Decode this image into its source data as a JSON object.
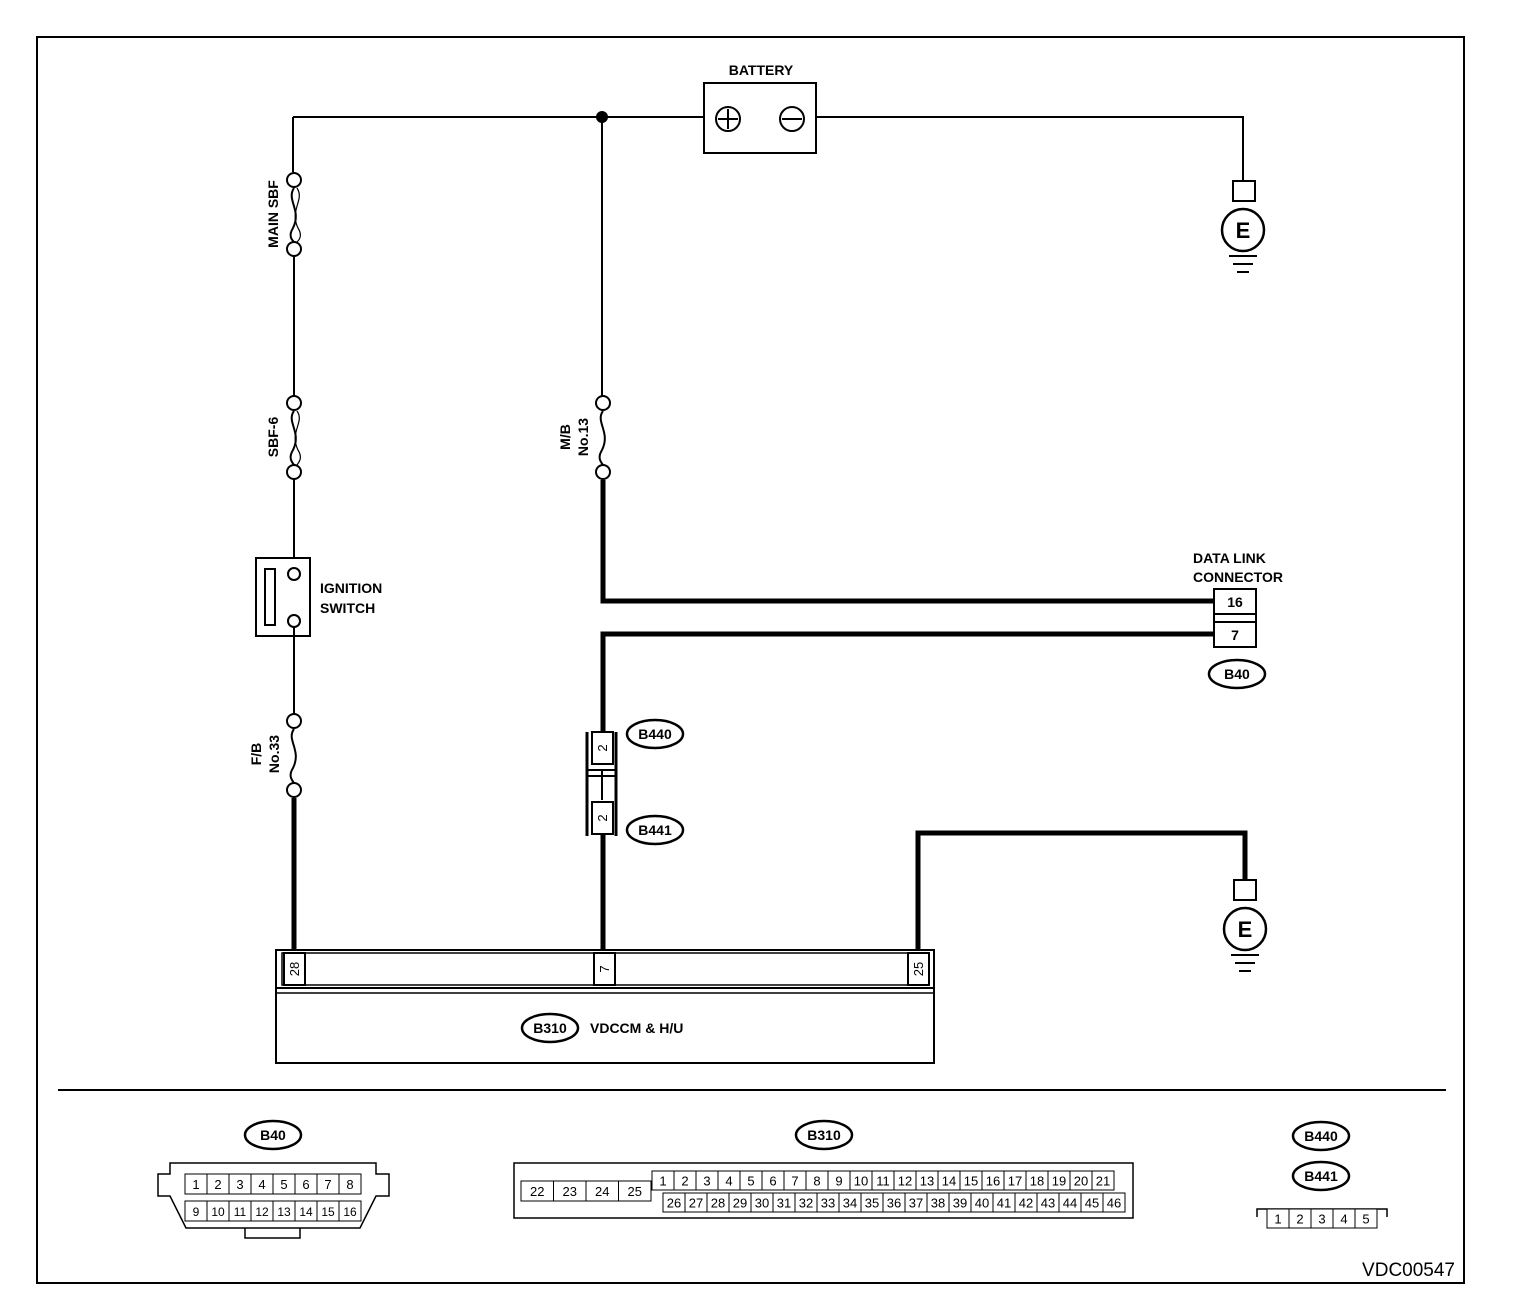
{
  "labels": {
    "battery": "BATTERY",
    "main_sbf": "MAIN SBF",
    "sbf6": "SBF-6",
    "ignition_line1": "IGNITION",
    "ignition_line2": "SWITCH",
    "mb_line1": "M/B",
    "mb_line2": "No.13",
    "fb_line1": "F/B",
    "fb_line2": "No.33",
    "dlc_line1": "DATA LINK",
    "dlc_line2": "CONNECTOR",
    "module": "VDCCM & H/U",
    "ground": "E",
    "battery_plus": "+",
    "battery_minus": "−"
  },
  "connectors": {
    "b40": "B40",
    "b310": "B310",
    "b440": "B440",
    "b441": "B441"
  },
  "pins": {
    "dlc_top": "16",
    "dlc_bottom": "7",
    "b440_pin": "2",
    "b441_pin": "2",
    "module_left": "28",
    "module_mid": "7",
    "module_right": "25"
  },
  "legend": {
    "b40_row1": [
      "1",
      "2",
      "3",
      "4",
      "5",
      "6",
      "7",
      "8"
    ],
    "b40_row2": [
      "9",
      "10",
      "11",
      "12",
      "13",
      "14",
      "15",
      "16"
    ],
    "b310_big": [
      "22",
      "23",
      "24",
      "25"
    ],
    "b310_row1": [
      "1",
      "2",
      "3",
      "4",
      "5",
      "6",
      "7",
      "8",
      "9",
      "10",
      "11",
      "12",
      "13",
      "14",
      "15",
      "16",
      "17",
      "18",
      "19",
      "20",
      "21"
    ],
    "b310_row2": [
      "26",
      "27",
      "28",
      "29",
      "30",
      "31",
      "32",
      "33",
      "34",
      "35",
      "36",
      "37",
      "38",
      "39",
      "40",
      "41",
      "42",
      "43",
      "44",
      "45",
      "46"
    ],
    "b440_pins": [
      "1",
      "2",
      "3",
      "4",
      "5"
    ]
  },
  "figure_code": "VDC00547"
}
